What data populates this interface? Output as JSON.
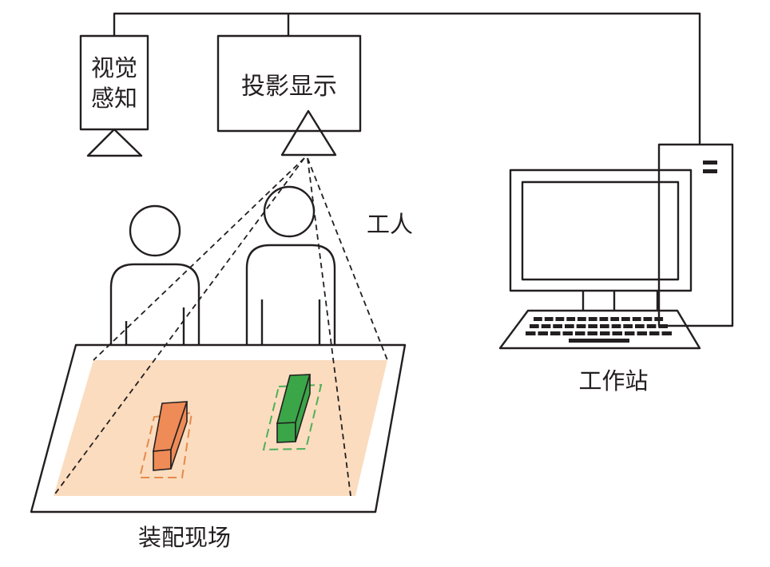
{
  "labels": {
    "vision_line1": "视觉",
    "vision_line2": "感知",
    "projection": "投影显示",
    "worker": "工人",
    "workstation": "工作站",
    "assembly_site": "装配现场"
  },
  "colors": {
    "ink": "#231f20",
    "box_fill": "#fbdcbf",
    "part_orange": "#ee8b56",
    "part_green": "#3aa648",
    "outline_orange": "#e58a4c",
    "outline_green": "#4faf5c"
  },
  "icons": {
    "vision_device": "camera-icon",
    "projector": "projector-icon",
    "workers": "person-icon",
    "workstation": "desktop-computer-icon"
  }
}
